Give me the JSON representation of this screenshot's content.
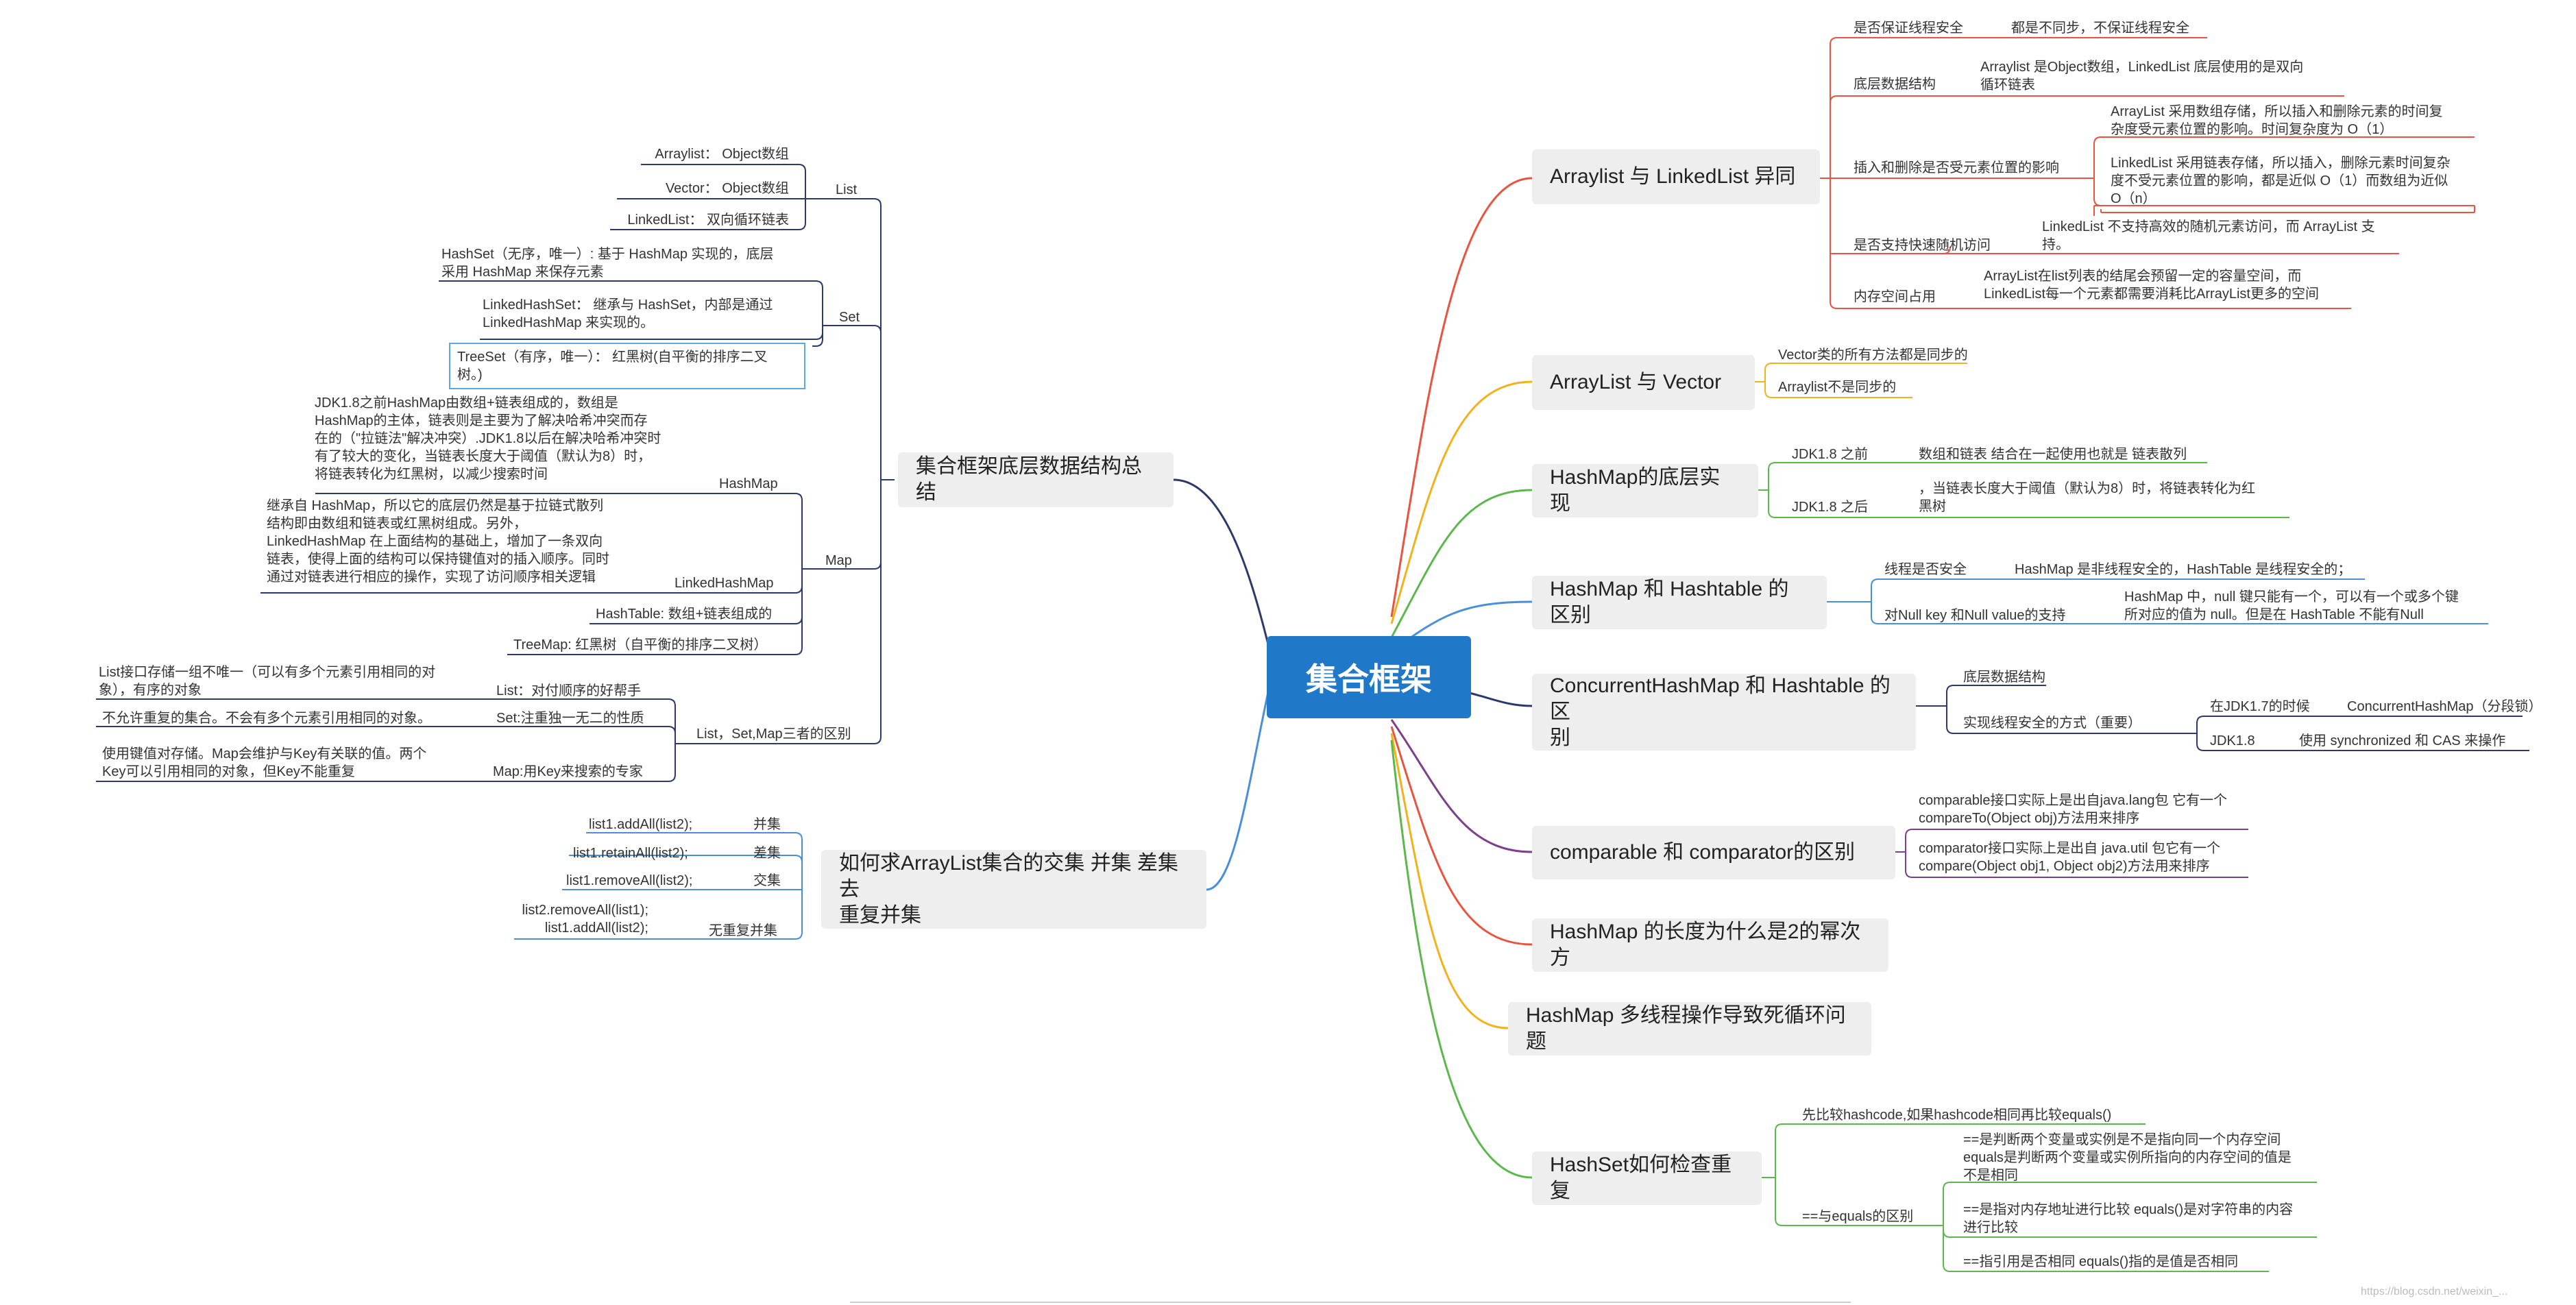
{
  "center": {
    "label": "集合框架"
  },
  "colors": {
    "center": "#1f78c8",
    "red": "#e8543f",
    "orange": "#f2b21b",
    "green": "#5bb84a",
    "blue": "#4a8fd9",
    "purple": "#7b3f8c",
    "navy": "#2b3a6a"
  },
  "right": {
    "arraylist_linkedlist": {
      "title": "Arraylist 与 LinkedList 异同",
      "thread_label": "是否保证线程安全",
      "thread_value": "都是不同步，不保证线程安全",
      "struct_label": "底层数据结构",
      "struct_value": "Arraylist 是Object数组，LinkedList 底层使用的是双向\n循环链表",
      "insert_label": "插入和删除是否受元素位置的影响",
      "insert_value1": "ArrayList 采用数组存储，所以插入和删除元素的时间复\n杂度受元素位置的影响。时间复杂度为 O（1）",
      "insert_value2": "LinkedList 采用链表存储，所以插入，删除元素时间复杂\n度不受元素位置的影响，都是近似 O（1）而数组为近似\nO（n）",
      "random_label": "是否支持快速随机访问",
      "random_value": "LinkedList 不支持高效的随机元素访问，而 ArrayList 支\n持。",
      "mem_label": "内存空间占用",
      "mem_value": "ArrayList在list列表的结尾会预留一定的容量空间，而\nLinkedList每一个元素都需要消耗比ArrayList更多的空间"
    },
    "arraylist_vector": {
      "title": "ArrayList 与 Vector",
      "item1": "Vector类的所有方法都是同步的",
      "item2": "Arraylist不是同步的"
    },
    "hashmap_impl": {
      "title": "HashMap的底层实现",
      "before_label": "JDK1.8 之前",
      "before_value": "数组和链表 结合在一起使用也就是 链表散列",
      "after_label": "JDK1.8 之后",
      "after_value": "，当链表长度大于阈值（默认为8）时，将链表转化为红\n黑树"
    },
    "hashmap_hashtable": {
      "title": "HashMap 和 Hashtable 的区别",
      "thread_label": "线程是否安全",
      "thread_value": "HashMap 是非线程安全的，HashTable 是线程安全的；",
      "null_label": "对Null key 和Null value的支持",
      "null_value": "HashMap 中，null 键只能有一个，可以有一个或多个键\n所对应的值为 null。但是在 HashTable 不能有Null"
    },
    "concurrent": {
      "title": "ConcurrentHashMap 和 Hashtable 的区\n别",
      "struct_label": "底层数据结构",
      "impl_label": "实现线程安全的方式（重要）",
      "jdk17_label": "在JDK1.7的时候",
      "jdk17_value": "ConcurrentHashMap（分段锁）",
      "jdk18_label": "JDK1.8",
      "jdk18_value": "使用 synchronized 和 CAS 来操作"
    },
    "comparable": {
      "title": "comparable 和 comparator的区别",
      "item1": "comparable接口实际上是出自java.lang包 它有一个\ncompareTo(Object obj)方法用来排序",
      "item2": "comparator接口实际上是出自 java.util 包它有一个\ncompare(Object obj1, Object obj2)方法用来排序"
    },
    "hashmap_len": {
      "title": "HashMap 的长度为什么是2的幂次方"
    },
    "hashmap_loop": {
      "title": "HashMap 多线程操作导致死循环问题"
    },
    "hashset": {
      "title": "HashSet如何检查重复",
      "item1": "先比较hashcode,如果hashcode相同再比较equals()",
      "eq_label": "==与equals的区别",
      "eq1": "==是判断两个变量或实例是不是指向同一个内存空间\nequals是判断两个变量或实例所指向的内存空间的值是\n不是相同",
      "eq2": "==是指对内存地址进行比较 equals()是对字符串的内容\n进行比较",
      "eq3": "==指引用是否相同 equals()指的是值是否相同"
    }
  },
  "left": {
    "summary": {
      "title": "集合框架底层数据结构总结",
      "list_label": "List",
      "list_items": [
        "Arraylist： Object数组",
        "Vector： Object数组",
        "LinkedList： 双向循环链表"
      ],
      "set_label": "Set",
      "set_items": [
        "HashSet（无序，唯一）: 基于 HashMap 实现的，底层\n采用 HashMap 来保存元素",
        "LinkedHashSet： 继承与 HashSet，内部是通过\nLinkedHashMap 来实现的。",
        "TreeSet（有序，唯一）： 红黑树(自平衡的排序二叉\n树。)"
      ],
      "map_label": "Map",
      "hashmap_label": "HashMap",
      "hashmap_text": "JDK1.8之前HashMap由数组+链表组成的，数组是\nHashMap的主体，链表则是主要为了解决哈希冲突而存\n在的（\"拉链法\"解决冲突）.JDK1.8以后在解决哈希冲突时\n有了较大的变化，当链表长度大于阈值（默认为8）时，\n将链表转化为红黑树，以减少搜索时间",
      "linkedhashmap_label": "LinkedHashMap",
      "linkedhashmap_text": "继承自 HashMap，所以它的底层仍然是基于拉链式散列\n结构即由数组和链表或红黑树组成。另外，\nLinkedHashMap 在上面结构的基础上，增加了一条双向\n链表，使得上面的结构可以保持键值对的插入顺序。同时\n通过对链表进行相应的操作，实现了访问顺序相关逻辑",
      "hashtable_text": "HashTable: 数组+链表组成的",
      "treemap_text": "TreeMap: 红黑树（自平衡的排序二叉树）",
      "diff_label": "List，Set,Map三者的区别",
      "diff_list_label": "List：对付顺序的好帮手",
      "diff_list_text": "List接口存储一组不唯一（可以有多个元素引用相同的对\n象），有序的对象",
      "diff_set_label": "Set:注重独一无二的性质",
      "diff_set_text": "不允许重复的集合。不会有多个元素引用相同的对象。",
      "diff_map_label": "Map:用Key来搜索的专家",
      "diff_map_text": "使用键值对存储。Map会维护与Key有关联的值。两个\nKey可以引用相同的对象，但Key不能重复"
    },
    "ops": {
      "title": "如何求ArrayList集合的交集 并集 差集 去\n重复并集",
      "union_label": "并集",
      "union_code": "list1.addAll(list2);",
      "diff_label": "差集",
      "diff_code": "list1.retainAll(list2);",
      "inter_label": "交集",
      "inter_code": "list1.removeAll(list2);",
      "dedup_label": "无重复并集",
      "dedup_code": "list2.removeAll(list1);\nlist1.addAll(list2);"
    }
  },
  "watermark": "https://blog.csdn.net/weixin_..."
}
